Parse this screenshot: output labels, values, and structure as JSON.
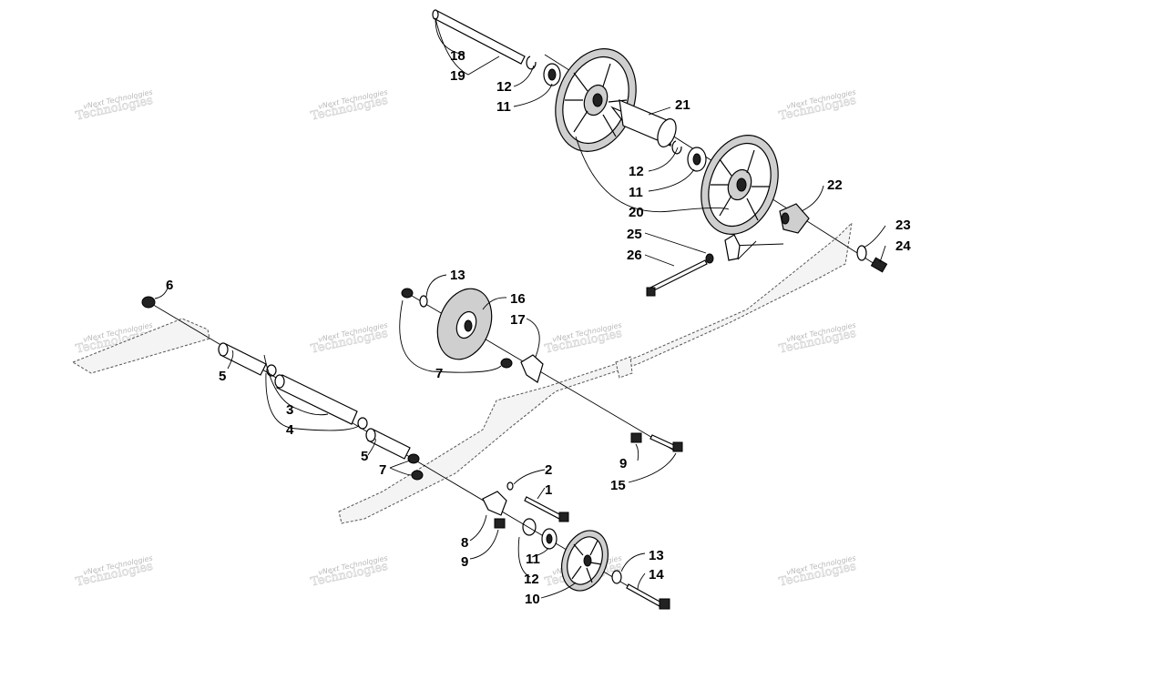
{
  "watermark": {
    "line": "vNext Technologies",
    "background": "Technologies"
  },
  "labels": {
    "l1": "1",
    "l2": "2",
    "l3": "3",
    "l4": "4",
    "l5a": "5",
    "l5b": "5",
    "l6": "6",
    "l7a": "7",
    "l7b": "7",
    "l8": "8",
    "l9a": "9",
    "l9b": "9",
    "l10": "10",
    "l11a": "11",
    "l11b": "11",
    "l11c": "11",
    "l12a": "12",
    "l12b": "12",
    "l12c": "12",
    "l13a": "13",
    "l13b": "13",
    "l14": "14",
    "l15": "15",
    "l16": "16",
    "l17": "17",
    "l18": "18",
    "l19": "19",
    "l20": "20",
    "l21": "21",
    "l22": "22",
    "l23": "23",
    "l24": "24",
    "l25": "25",
    "l26": "26"
  }
}
